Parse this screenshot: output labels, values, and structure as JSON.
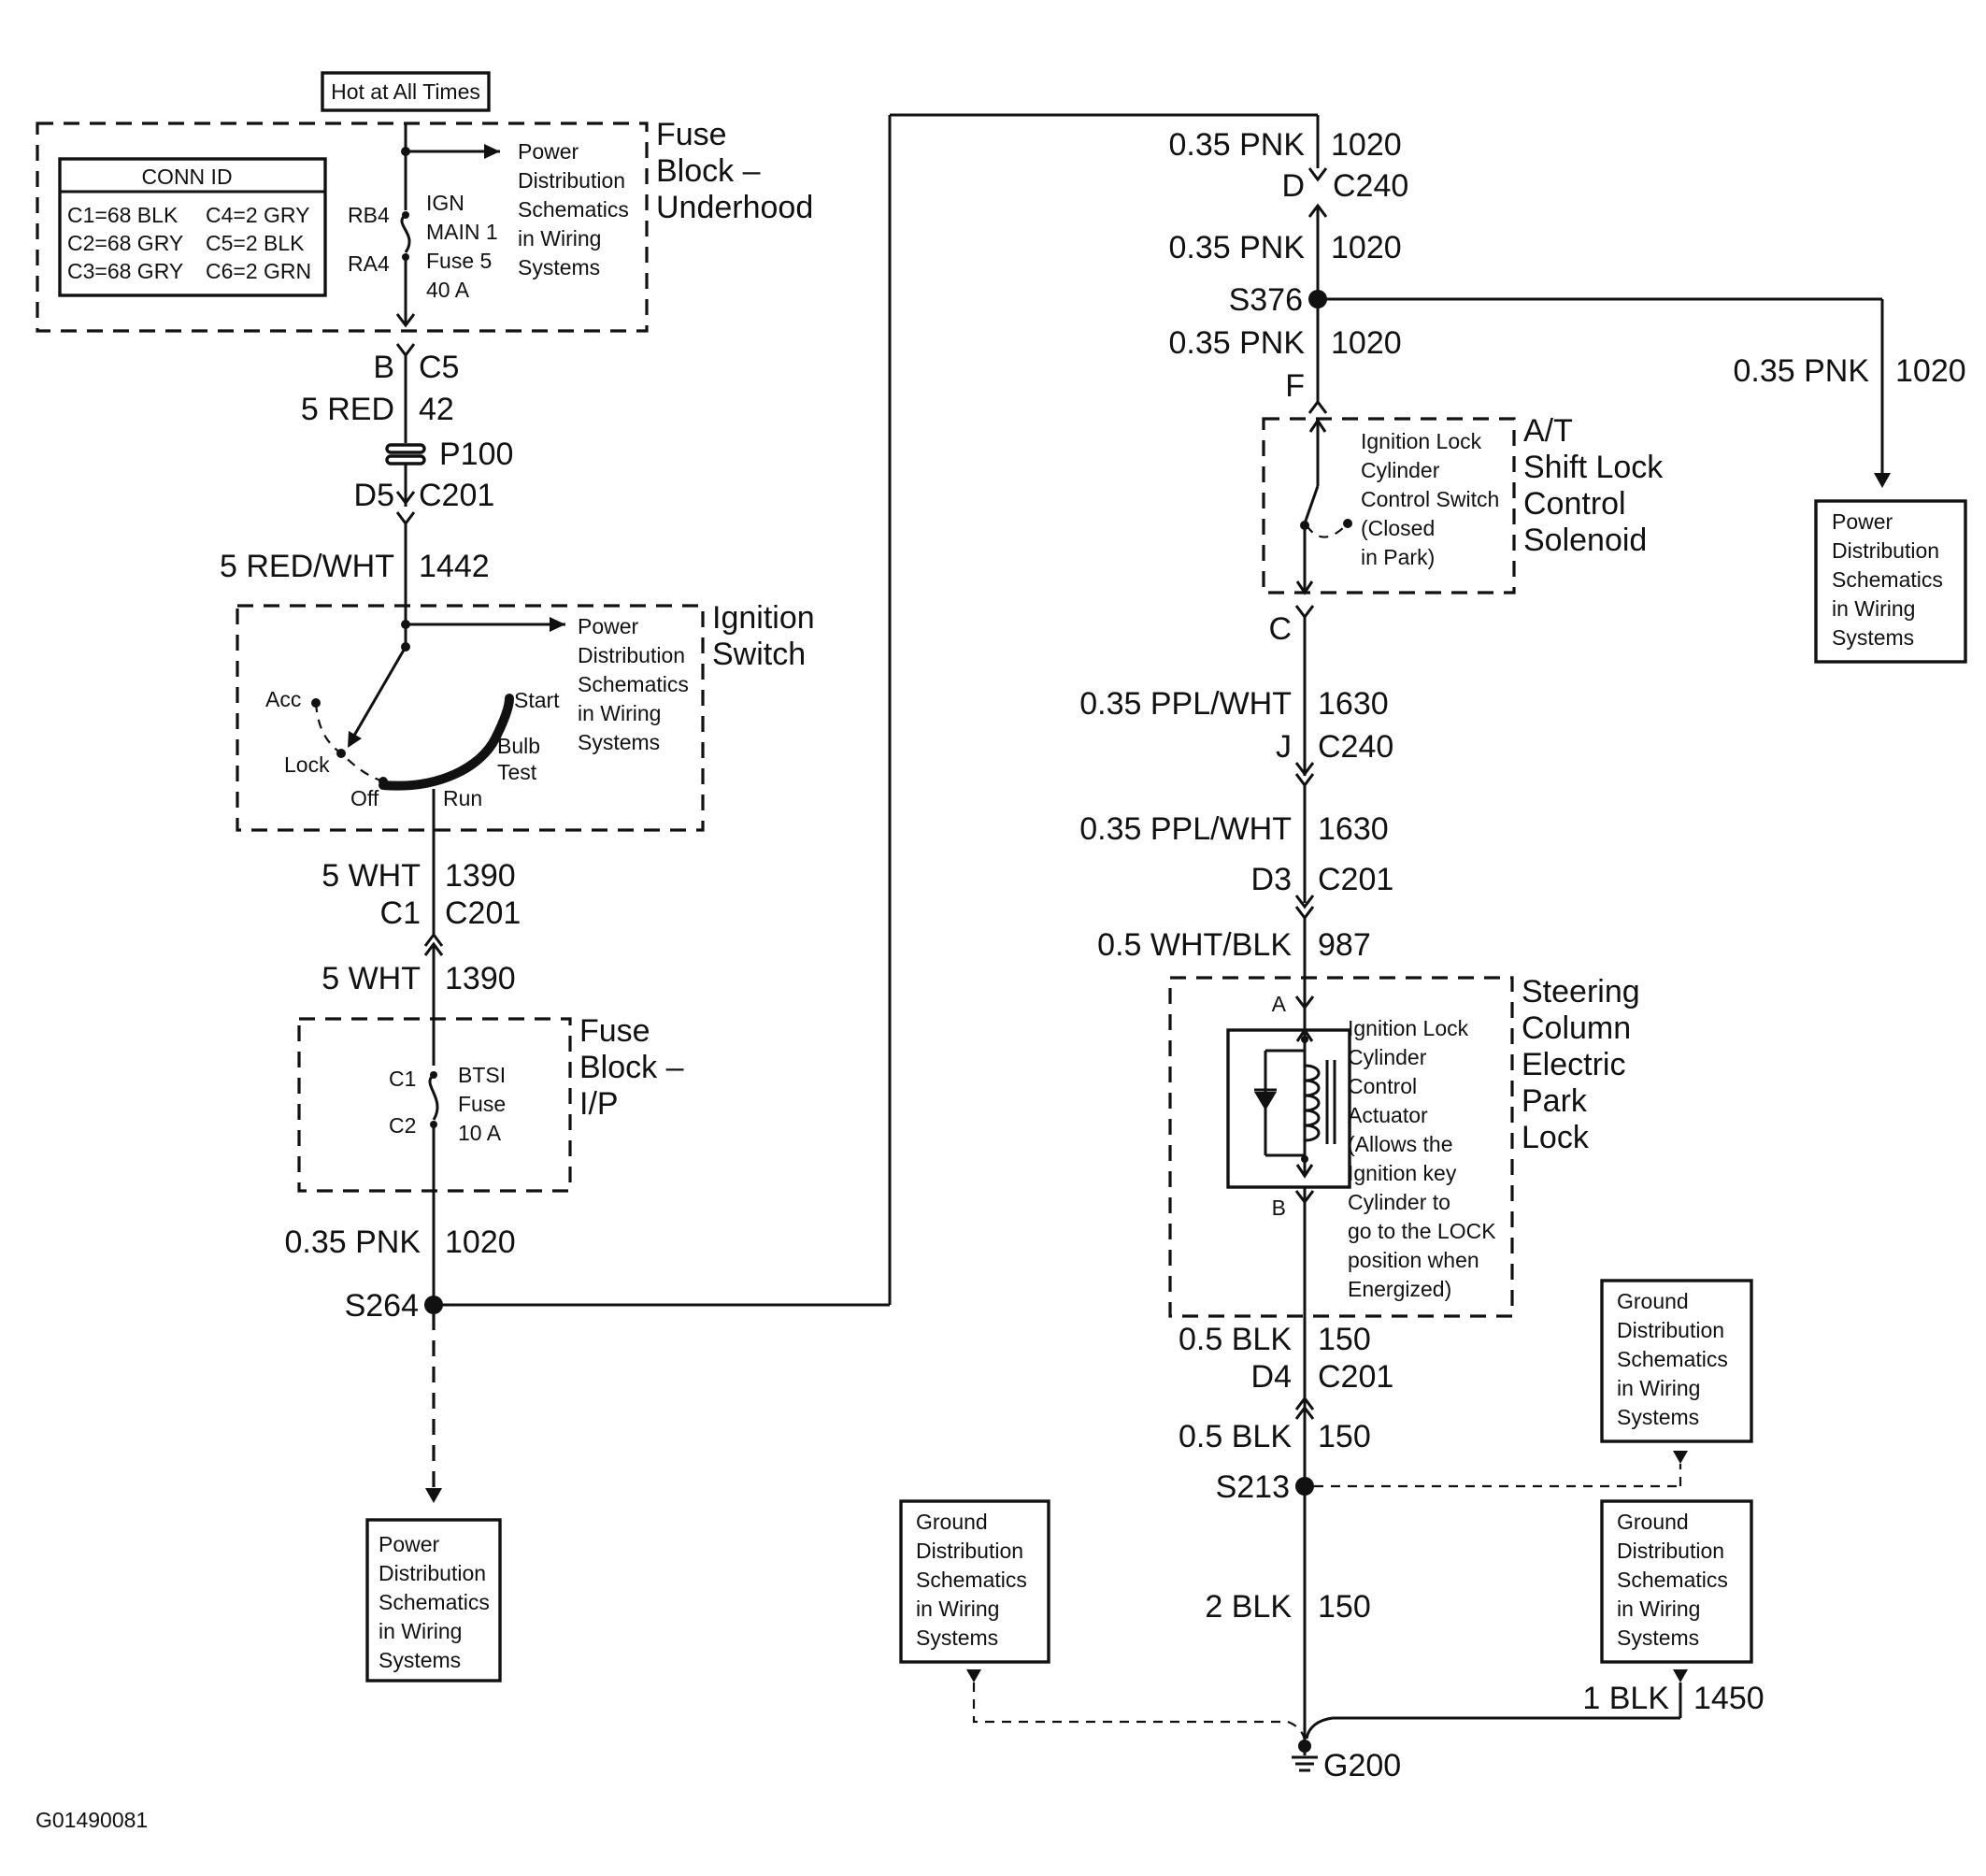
{
  "hot_label": "Hot at All Times",
  "conn_id": {
    "title": "CONN ID",
    "rows": [
      "C1=68 BLK",
      "C2=68 GRY",
      "C3=68 GRY",
      "C4=2 GRY",
      "C5=2 BLK",
      "C6=2 GRN"
    ]
  },
  "fuse_block_underhood": {
    "title": [
      "Fuse",
      "Block –",
      "Underhood"
    ],
    "terminals": [
      "RB4",
      "RA4"
    ],
    "fuse": [
      "IGN",
      "MAIN 1",
      "Fuse 5",
      "40 A"
    ]
  },
  "power_dist_text": [
    "Power",
    "Distribution",
    "Schematics",
    "in Wiring",
    "Systems"
  ],
  "ground_dist_text": [
    "Ground",
    "Distribution",
    "Schematics",
    "in Wiring",
    "Systems"
  ],
  "left_branch": {
    "b": "B",
    "c5": "C5",
    "w1_gauge": "5 RED",
    "w1_circuit": "42",
    "p100": "P100",
    "d5": "D5",
    "c201a": "C201",
    "w2_gauge": "5 RED/WHT",
    "w2_circuit": "1442",
    "w3_gauge": "5 WHT",
    "w3_circuit": "1390",
    "c1": "C1",
    "c201b": "C201",
    "w4_gauge": "5 WHT",
    "w4_circuit": "1390",
    "w5_gauge": "0.35 PNK",
    "w5_circuit": "1020",
    "s264": "S264"
  },
  "ignition_switch": {
    "title": [
      "Ignition",
      "Switch"
    ],
    "positions": [
      "Acc",
      "Lock",
      "Off",
      "Run",
      "Start",
      "Bulb",
      "Test"
    ]
  },
  "fuse_block_ip": {
    "title": [
      "Fuse",
      "Block –",
      "I/P"
    ],
    "terminals": [
      "C1",
      "C2"
    ],
    "fuse": [
      "BTSI",
      "Fuse",
      "10 A"
    ]
  },
  "right_branch": {
    "w6_gauge": "0.35 PNK",
    "w6_circuit": "1020",
    "d": "D",
    "c240a": "C240",
    "w7_gauge": "0.35 PNK",
    "w7_circuit": "1020",
    "s376": "S376",
    "w8_gauge": "0.35 PNK",
    "w8_circuit": "1020",
    "f": "F",
    "w9_gauge": "0.35 PNK",
    "w9_circuit": "1020",
    "c": "C",
    "w10_gauge": "0.35 PPL/WHT",
    "w10_circuit": "1630",
    "j": "J",
    "c240b": "C240",
    "w11_gauge": "0.35 PPL/WHT",
    "w11_circuit": "1630",
    "d3": "D3",
    "c201c": "C201",
    "w12_gauge": "0.5 WHT/BLK",
    "w12_circuit": "987",
    "a": "A",
    "b2": "B",
    "w13_gauge": "0.5 BLK",
    "w13_circuit": "150",
    "d4": "D4",
    "c201d": "C201",
    "w14_gauge": "0.5 BLK",
    "w14_circuit": "150",
    "s213": "S213",
    "w15_gauge": "2 BLK",
    "w15_circuit": "150",
    "w16_gauge": "1 BLK",
    "w16_circuit": "1450",
    "g200": "G200"
  },
  "shift_lock": {
    "title": [
      "A/T",
      "Shift Lock",
      "Control",
      "Solenoid"
    ],
    "switch_text": [
      "Ignition Lock",
      "Cylinder",
      "Control Switch",
      "(Closed",
      "in Park)"
    ]
  },
  "park_lock": {
    "title": [
      "Steering",
      "Column",
      "Electric",
      "Park",
      "Lock"
    ],
    "actuator_text": [
      "Ignition Lock",
      "Cylinder",
      "Control",
      "Actuator",
      "(Allows the",
      "Ignition key",
      "Cylinder to",
      "go to the LOCK",
      "position when",
      "Energized)"
    ]
  },
  "figure_id": "G01490081"
}
